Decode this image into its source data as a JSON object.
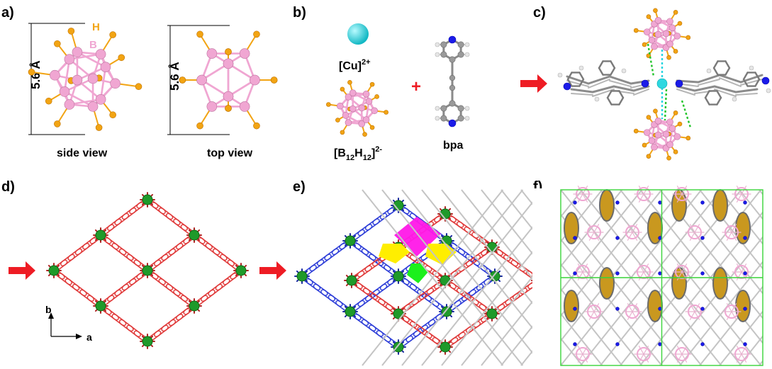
{
  "panels": {
    "a": {
      "label": "a)",
      "captions": [
        "side view",
        "top view"
      ],
      "dimension": "5.6 Å",
      "atoms": {
        "h": "H",
        "b": "B"
      }
    },
    "b": {
      "label": "b)",
      "cu": "[Cu]",
      "cu_charge": "2+",
      "plus": "+",
      "cluster_main": "[B",
      "cluster_sub1": "12",
      "cluster_mid": "H",
      "cluster_sub2": "12",
      "cluster_end": "]",
      "cluster_charge": "2-",
      "linker": "bpa"
    },
    "c": {
      "label": "c)"
    },
    "d": {
      "label": "d)",
      "axis_b": "b",
      "axis_a": "a"
    },
    "e": {
      "label": "e)"
    },
    "f": {
      "label": "f)"
    }
  },
  "colors": {
    "boron": "#f0a6d2",
    "hydrogen": "#f2a413",
    "copper": "#2dd8e0",
    "nitrogen": "#1b1be8",
    "carbon": "#9a9a9a",
    "net_red": "#e03a3a",
    "net_blue": "#2f3fd8",
    "node_green": "#1f9a2a",
    "arrow": "#ee1c24",
    "pore_magenta": "#ff18e8",
    "pore_yellow": "#ffee00",
    "pore_green": "#1cf01c",
    "cell_box": "#39d439",
    "void_gold": "#c9981f"
  },
  "icons": [
    "red-arrow-icon",
    "axis-arrow-icon"
  ]
}
